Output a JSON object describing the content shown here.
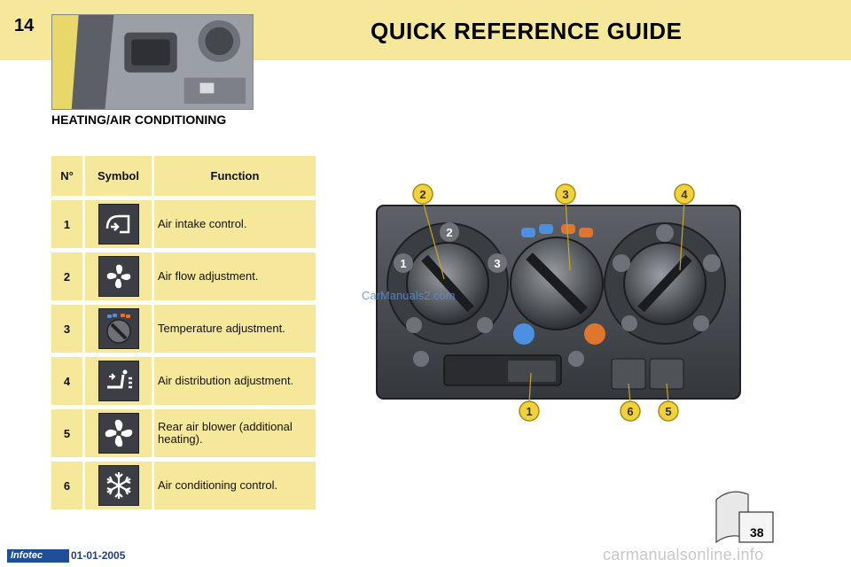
{
  "header": {
    "page_number": "14",
    "title": "QUICK REFERENCE GUIDE"
  },
  "section": {
    "title": "HEATING/AIR CONDITIONING"
  },
  "table": {
    "headers": {
      "num": "N°",
      "symbol": "Symbol",
      "function": "Function"
    },
    "rows": [
      {
        "num": "1",
        "icon": "air-intake-icon",
        "function": "Air intake control."
      },
      {
        "num": "2",
        "icon": "fan-icon",
        "function": "Air flow adjustment."
      },
      {
        "num": "3",
        "icon": "temperature-dial-icon",
        "function": "Temperature adjustment."
      },
      {
        "num": "4",
        "icon": "air-distribution-icon",
        "function": "Air distribution adjustment."
      },
      {
        "num": "5",
        "icon": "rear-fan-icon",
        "function": "Rear air blower (additional heating)."
      },
      {
        "num": "6",
        "icon": "snowflake-icon",
        "function": "Air conditioning control."
      }
    ]
  },
  "figure": {
    "callouts": [
      "1",
      "2",
      "3",
      "4",
      "5",
      "6"
    ],
    "dial_labels": [
      "1",
      "2",
      "3"
    ]
  },
  "footer": {
    "brand": "Infotec",
    "date": "01-01-2005",
    "page_badge": "38"
  },
  "watermarks": {
    "inline": "CarManuals2.com",
    "footer": "carmanualsonline.info"
  },
  "colors": {
    "band": "#f6e89a",
    "panel": "#3b3f45",
    "callout": "#f2d23a",
    "cold": "#4d8fe0",
    "hot": "#e0752e"
  }
}
